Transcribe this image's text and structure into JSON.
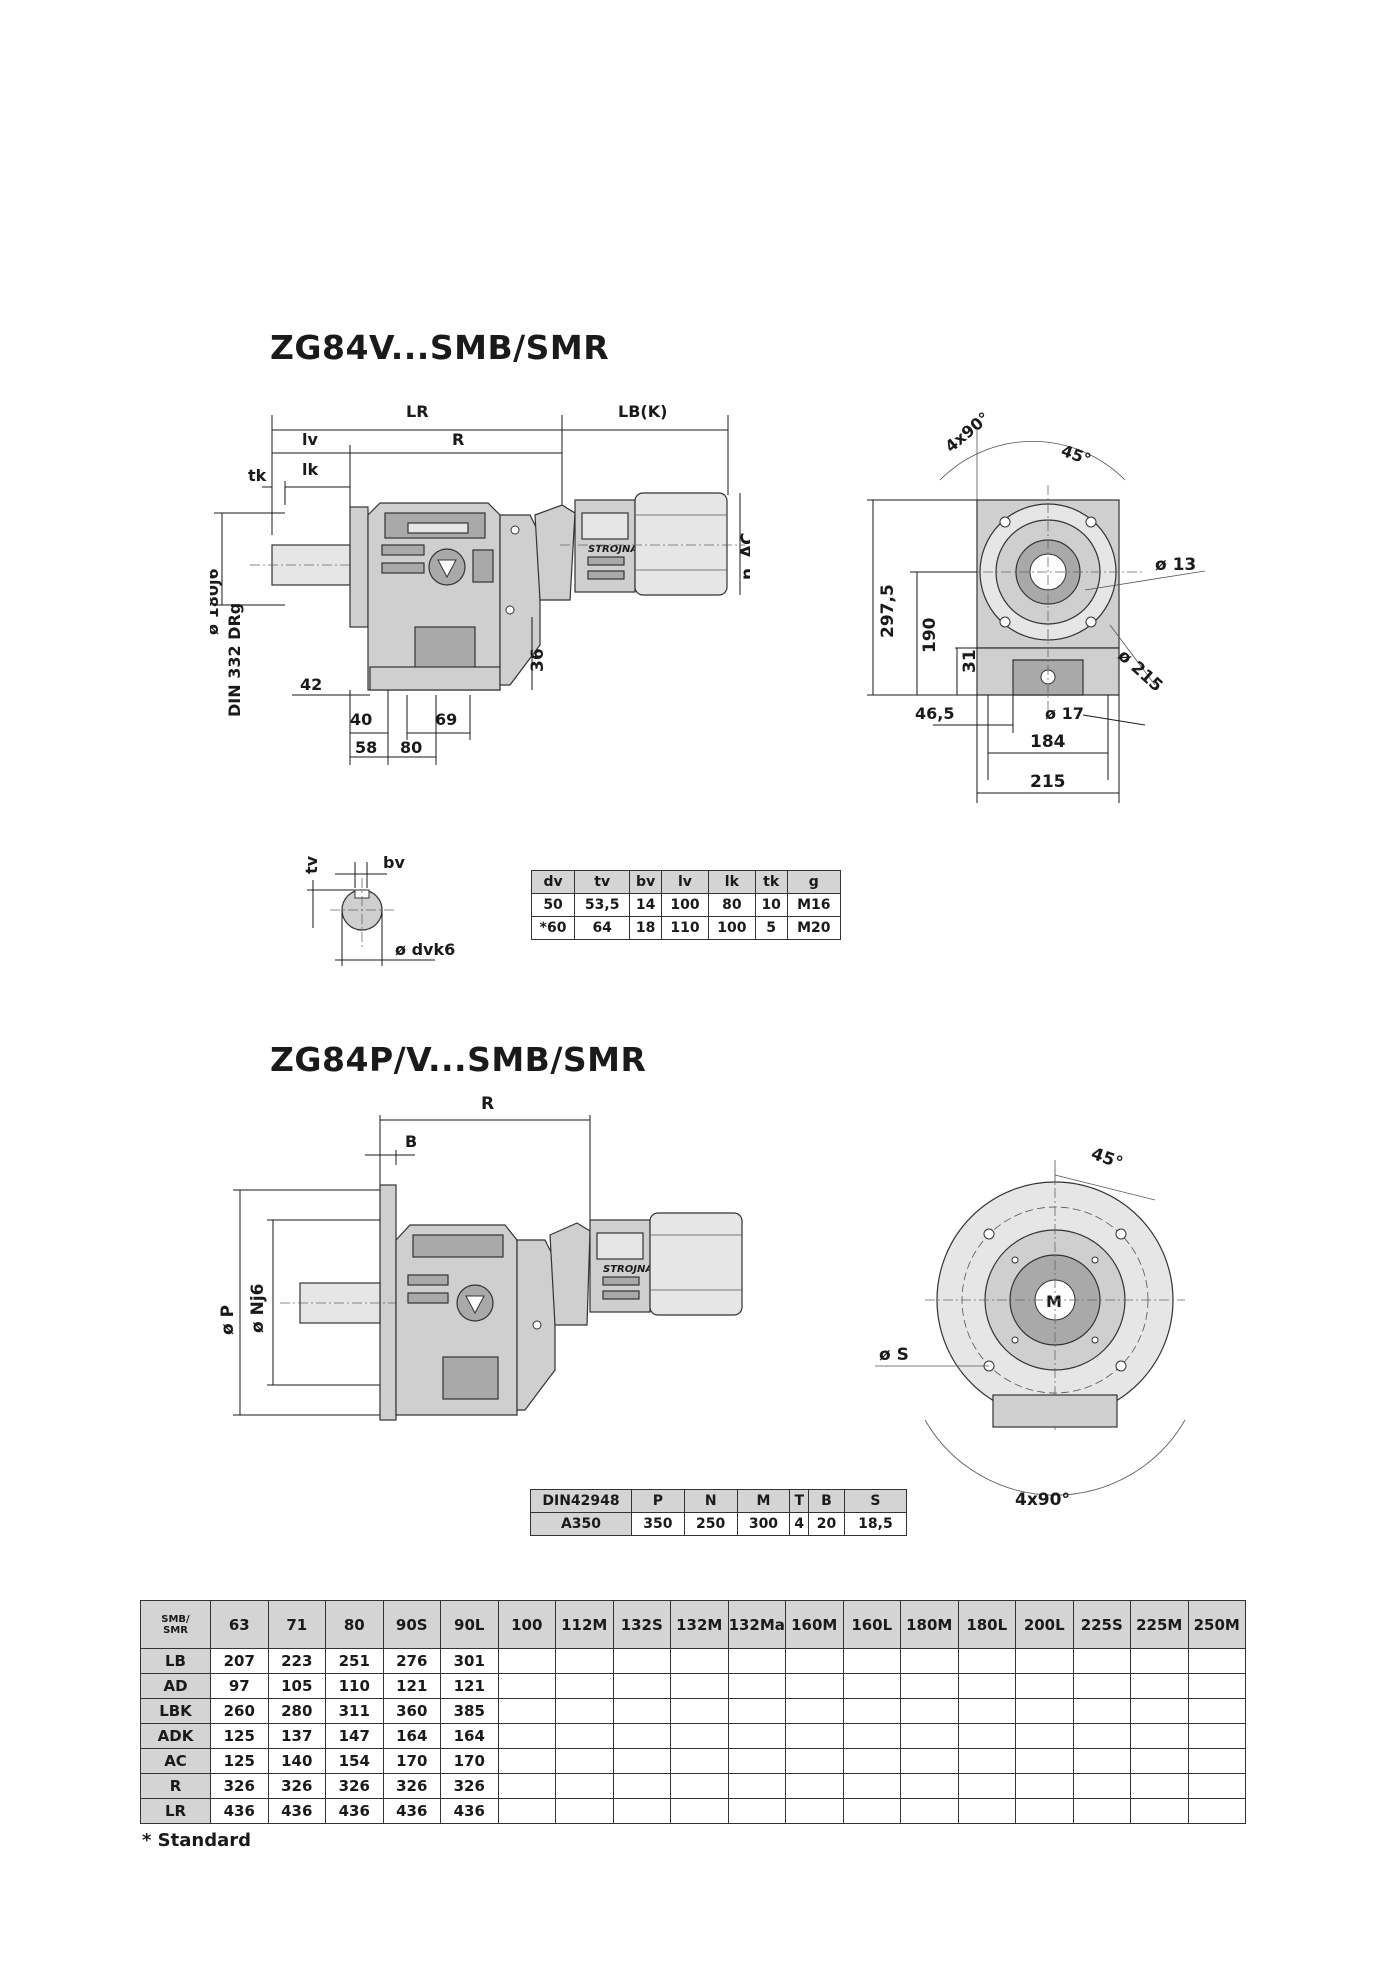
{
  "titles": {
    "top": "ZG84V...SMB/SMR",
    "bottom": "ZG84P/V...SMB/SMR"
  },
  "brand": "STROJNA",
  "drawing1": {
    "labels": {
      "LR": "LR",
      "LBK": "LB(K)",
      "lv": "lv",
      "R": "R",
      "tk": "tk",
      "lk": "lk",
      "AC": "AC",
      "n": "n",
      "shaft_dia": "ø 180j6",
      "din": "DIN 332 DRg",
      "d42": "42",
      "d36": "36",
      "d40": "40",
      "d69": "69",
      "d58": "58",
      "d80": "80"
    }
  },
  "drawing2": {
    "labels": {
      "ang4x90": "4x90°",
      "ang45": "45°",
      "h297": "297,5",
      "h190": "190",
      "h31": "31",
      "dia13": "ø 13",
      "dia215": "ø 215",
      "w465": "46,5",
      "dia17": "ø 17",
      "w184": "184",
      "w215": "215"
    }
  },
  "shaft_detail": {
    "labels": {
      "tv": "tv",
      "bv": "bv",
      "dvk6": "ø dvk6"
    }
  },
  "shaft_table": {
    "headers": [
      "dv",
      "tv",
      "bv",
      "lv",
      "lk",
      "tk",
      "g"
    ],
    "rows": [
      [
        "50",
        "53,5",
        "14",
        "100",
        "80",
        "10",
        "M16"
      ],
      [
        "*60",
        "64",
        "18",
        "110",
        "100",
        "5",
        "M20"
      ]
    ]
  },
  "drawing3": {
    "labels": {
      "R": "R",
      "B": "B",
      "P": "ø P",
      "N": "ø Nj6"
    }
  },
  "drawing4": {
    "labels": {
      "ang45": "45°",
      "S": "ø S",
      "ang4x90": "4x90°",
      "M": "M"
    }
  },
  "flange_table": {
    "headers": [
      "DIN42948",
      "P",
      "N",
      "M",
      "T",
      "B",
      "S"
    ],
    "rows": [
      [
        "A350",
        "350",
        "250",
        "300",
        "4",
        "20",
        "18,5"
      ]
    ]
  },
  "main_table": {
    "corner_top": "SMB/",
    "corner_bottom": "SMR",
    "headers": [
      "63",
      "71",
      "80",
      "90S",
      "90L",
      "100",
      "112M",
      "132S",
      "132M",
      "132Ma",
      "160M",
      "160L",
      "180M",
      "180L",
      "200L",
      "225S",
      "225M",
      "250M"
    ],
    "rows": [
      {
        "label": "LB",
        "values": [
          "207",
          "223",
          "251",
          "276",
          "301",
          "",
          "",
          "",
          "",
          "",
          "",
          "",
          "",
          "",
          "",
          "",
          "",
          ""
        ]
      },
      {
        "label": "AD",
        "values": [
          "97",
          "105",
          "110",
          "121",
          "121",
          "",
          "",
          "",
          "",
          "",
          "",
          "",
          "",
          "",
          "",
          "",
          "",
          ""
        ]
      },
      {
        "label": "LBK",
        "values": [
          "260",
          "280",
          "311",
          "360",
          "385",
          "",
          "",
          "",
          "",
          "",
          "",
          "",
          "",
          "",
          "",
          "",
          "",
          ""
        ]
      },
      {
        "label": "ADK",
        "values": [
          "125",
          "137",
          "147",
          "164",
          "164",
          "",
          "",
          "",
          "",
          "",
          "",
          "",
          "",
          "",
          "",
          "",
          "",
          ""
        ]
      },
      {
        "label": "AC",
        "values": [
          "125",
          "140",
          "154",
          "170",
          "170",
          "",
          "",
          "",
          "",
          "",
          "",
          "",
          "",
          "",
          "",
          "",
          "",
          ""
        ]
      },
      {
        "label": "R",
        "values": [
          "326",
          "326",
          "326",
          "326",
          "326",
          "",
          "",
          "",
          "",
          "",
          "",
          "",
          "",
          "",
          "",
          "",
          "",
          ""
        ]
      },
      {
        "label": "LR",
        "values": [
          "436",
          "436",
          "436",
          "436",
          "436",
          "",
          "",
          "",
          "",
          "",
          "",
          "",
          "",
          "",
          "",
          "",
          "",
          ""
        ]
      }
    ]
  },
  "footnote": "* Standard"
}
